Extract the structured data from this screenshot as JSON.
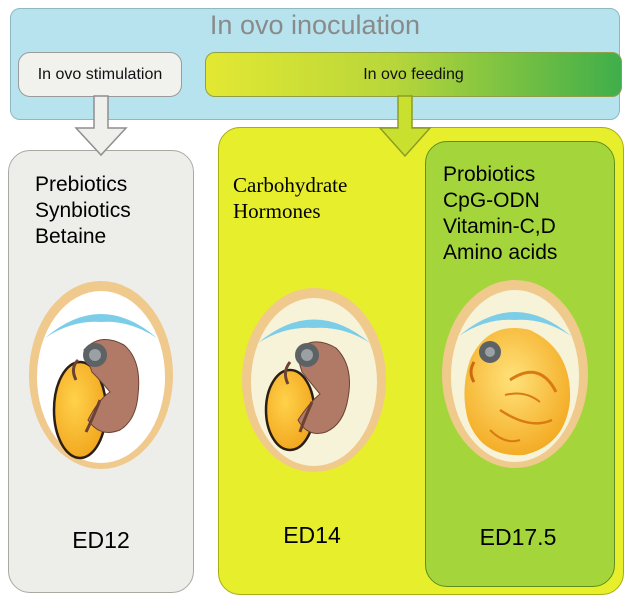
{
  "title": "In ovo inoculation",
  "methods": {
    "stimulation": "In ovo stimulation",
    "feeding": "In ovo feeding"
  },
  "stages": [
    {
      "label": "ED12",
      "items": [
        "Prebiotics",
        "Synbiotics",
        "Betaine"
      ]
    },
    {
      "label": "ED14",
      "items": [
        "Carbohydrate",
        "Hormones"
      ]
    },
    {
      "label": "ED17.5",
      "items": [
        "Probiotics",
        "CpG-ODN",
        "Vitamin-C,D",
        "Amino acids"
      ]
    }
  ],
  "colors": {
    "banner": "#b7e3ee",
    "feeding_start": "#e3e832",
    "feeding_end": "#3fae4a",
    "ed12_panel": "#ededea",
    "ed14_panel": "#e7ee2c",
    "ed175_panel": "#a4d63c"
  }
}
